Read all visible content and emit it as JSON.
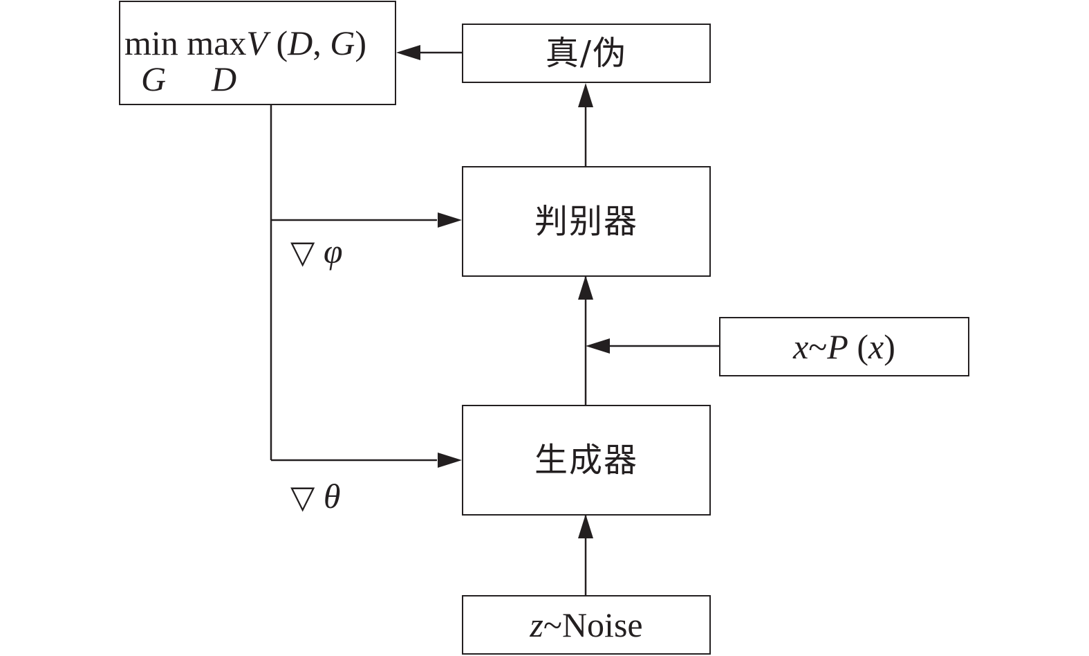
{
  "diagram": {
    "objective": {
      "min_label": "min",
      "max_label": "max",
      "func": "V",
      "args_open": "(",
      "arg1": "D",
      "comma": ",",
      "arg2": "G",
      "args_close": ")",
      "sub_min": "G",
      "sub_max": "D"
    },
    "real_fake": {
      "label": "真/伪"
    },
    "discriminator": {
      "label": "判别器"
    },
    "generator": {
      "label": "生成器"
    },
    "real_data": {
      "var": "x",
      "tilde": "~",
      "dist": "P",
      "open": "(",
      "arg": "x",
      "close": ")"
    },
    "noise": {
      "var": "z",
      "tilde": "~",
      "text": "Noise"
    },
    "grad_phi": {
      "nabla": "▽",
      "symbol": "φ"
    },
    "grad_theta": {
      "nabla": "▽",
      "symbol": "θ"
    }
  },
  "colors": {
    "line": "#231f20",
    "background": "#ffffff"
  }
}
